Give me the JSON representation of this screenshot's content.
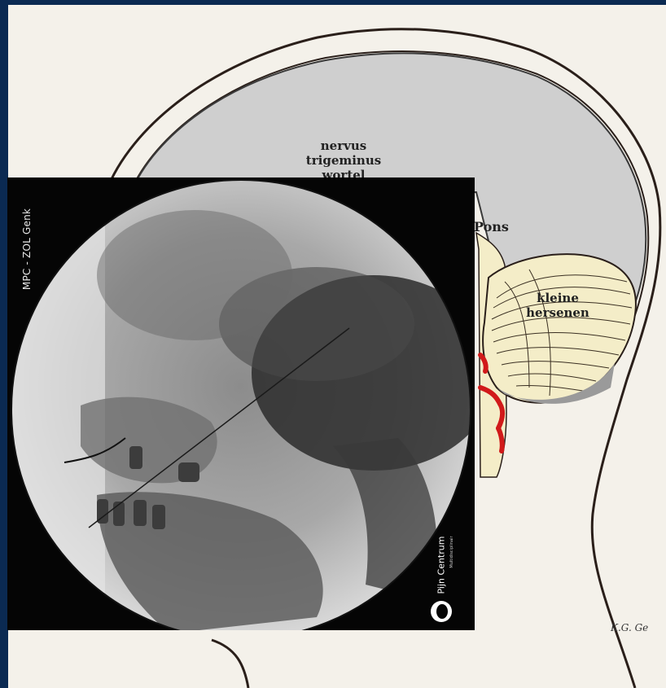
{
  "illustration": {
    "labels": {
      "nervus": [
        "nervus",
        "trigeminus",
        "wortel"
      ],
      "pons": "Pons",
      "kleine": [
        "kleine",
        "hersenen"
      ]
    },
    "signature": "K.G. Ge"
  },
  "xray": {
    "side_caption": "MPC - ZOL Genk",
    "logo": {
      "tag": "Multidisciplinair",
      "name": "Pijn Centrum"
    }
  },
  "colors": {
    "frame": "#0b2a52",
    "paper": "#f4f1ea",
    "brain_gray": "#cfcfcf",
    "vessel": "#d11a1a",
    "nerve": "#f4edc8"
  }
}
